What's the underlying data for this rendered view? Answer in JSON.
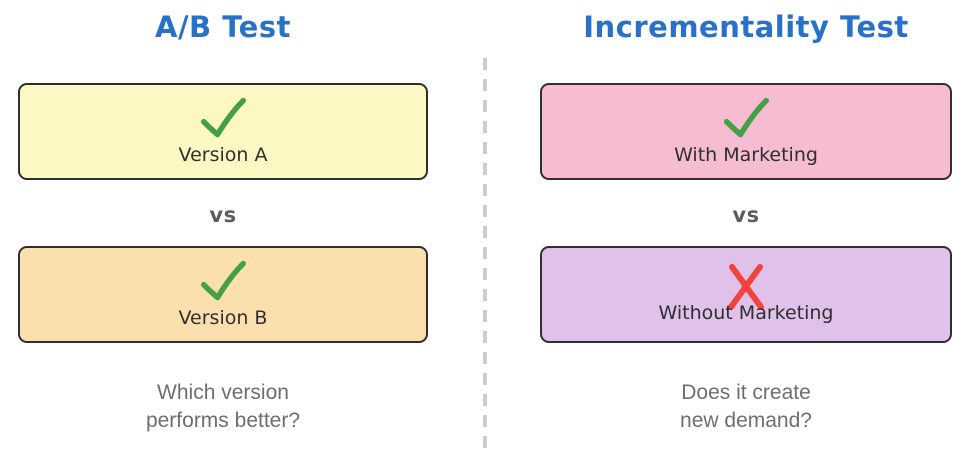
{
  "diagram": {
    "left": {
      "title": "A/B Test",
      "card_top": {
        "label": "Version A",
        "icon": "check-icon"
      },
      "vs": "vs",
      "card_bottom": {
        "label": "Version B",
        "icon": "check-icon"
      },
      "caption_line1": "Which version",
      "caption_line2": "performs better?"
    },
    "right": {
      "title": "Incrementality Test",
      "card_top": {
        "label": "With Marketing",
        "icon": "check-icon"
      },
      "vs": "vs",
      "card_bottom": {
        "label": "Without Marketing",
        "icon": "x-icon"
      },
      "caption_line1": "Does it create",
      "caption_line2": "new demand?"
    },
    "colors": {
      "title_blue": "#2970C8",
      "card_yellow": "#FDF7C3",
      "card_orange": "#FCDFAE",
      "card_pink": "#F6BCD2",
      "card_purple": "#DFC1EA",
      "check_green": "#43A047",
      "cross_red": "#F4433B",
      "card_border": "#2F2F2F",
      "vs_gray": "#5D5D5D",
      "caption_gray": "#6E6E6E",
      "divider_gray": "#CCCCCC"
    }
  }
}
